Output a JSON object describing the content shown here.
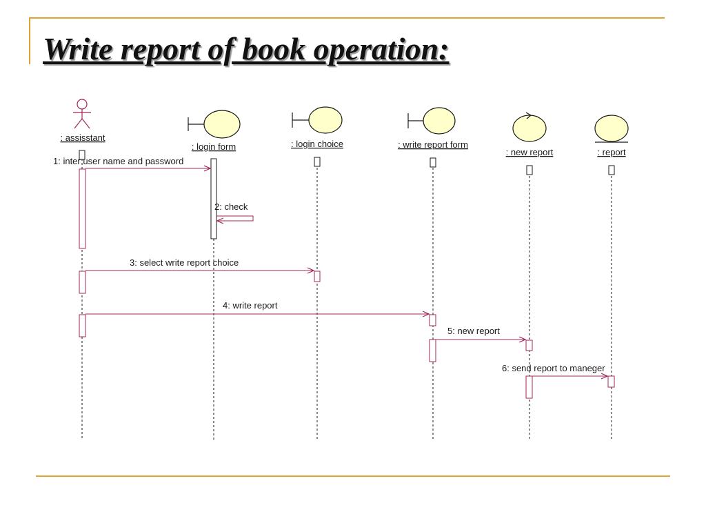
{
  "slide": {
    "title": "Write report of book operation:"
  },
  "objects": [
    {
      "id": "assistant",
      "name": ": assisstant",
      "kind": "actor"
    },
    {
      "id": "login-form",
      "name": ": login form",
      "kind": "boundary"
    },
    {
      "id": "login-choice",
      "name": ": login choice",
      "kind": "boundary"
    },
    {
      "id": "write-report-form",
      "name": ": write report form",
      "kind": "boundary"
    },
    {
      "id": "new-report",
      "name": ": new report",
      "kind": "control"
    },
    {
      "id": "report",
      "name": ": report",
      "kind": "entity"
    }
  ],
  "messages": [
    {
      "num": 1,
      "label": "1: inter user name and password",
      "from": "assistant",
      "to": "login-form"
    },
    {
      "num": 2,
      "label": "2: check",
      "from": "login-form",
      "to": "login-form"
    },
    {
      "num": 3,
      "label": "3: select write report choice",
      "from": "assistant",
      "to": "login-choice"
    },
    {
      "num": 4,
      "label": "4: write report",
      "from": "assistant",
      "to": "write-report-form"
    },
    {
      "num": 5,
      "label": "5: new report",
      "from": "write-report-form",
      "to": "new-report"
    },
    {
      "num": 6,
      "label": "6:  send report to maneger",
      "from": "new-report",
      "to": "report"
    }
  ],
  "colors": {
    "accent": "#e0a32e",
    "message": "#a3245a",
    "icon_fill": "#ffffcc",
    "icon_stroke": "#1a1a1a",
    "lifeline": "#1a1a1a"
  }
}
